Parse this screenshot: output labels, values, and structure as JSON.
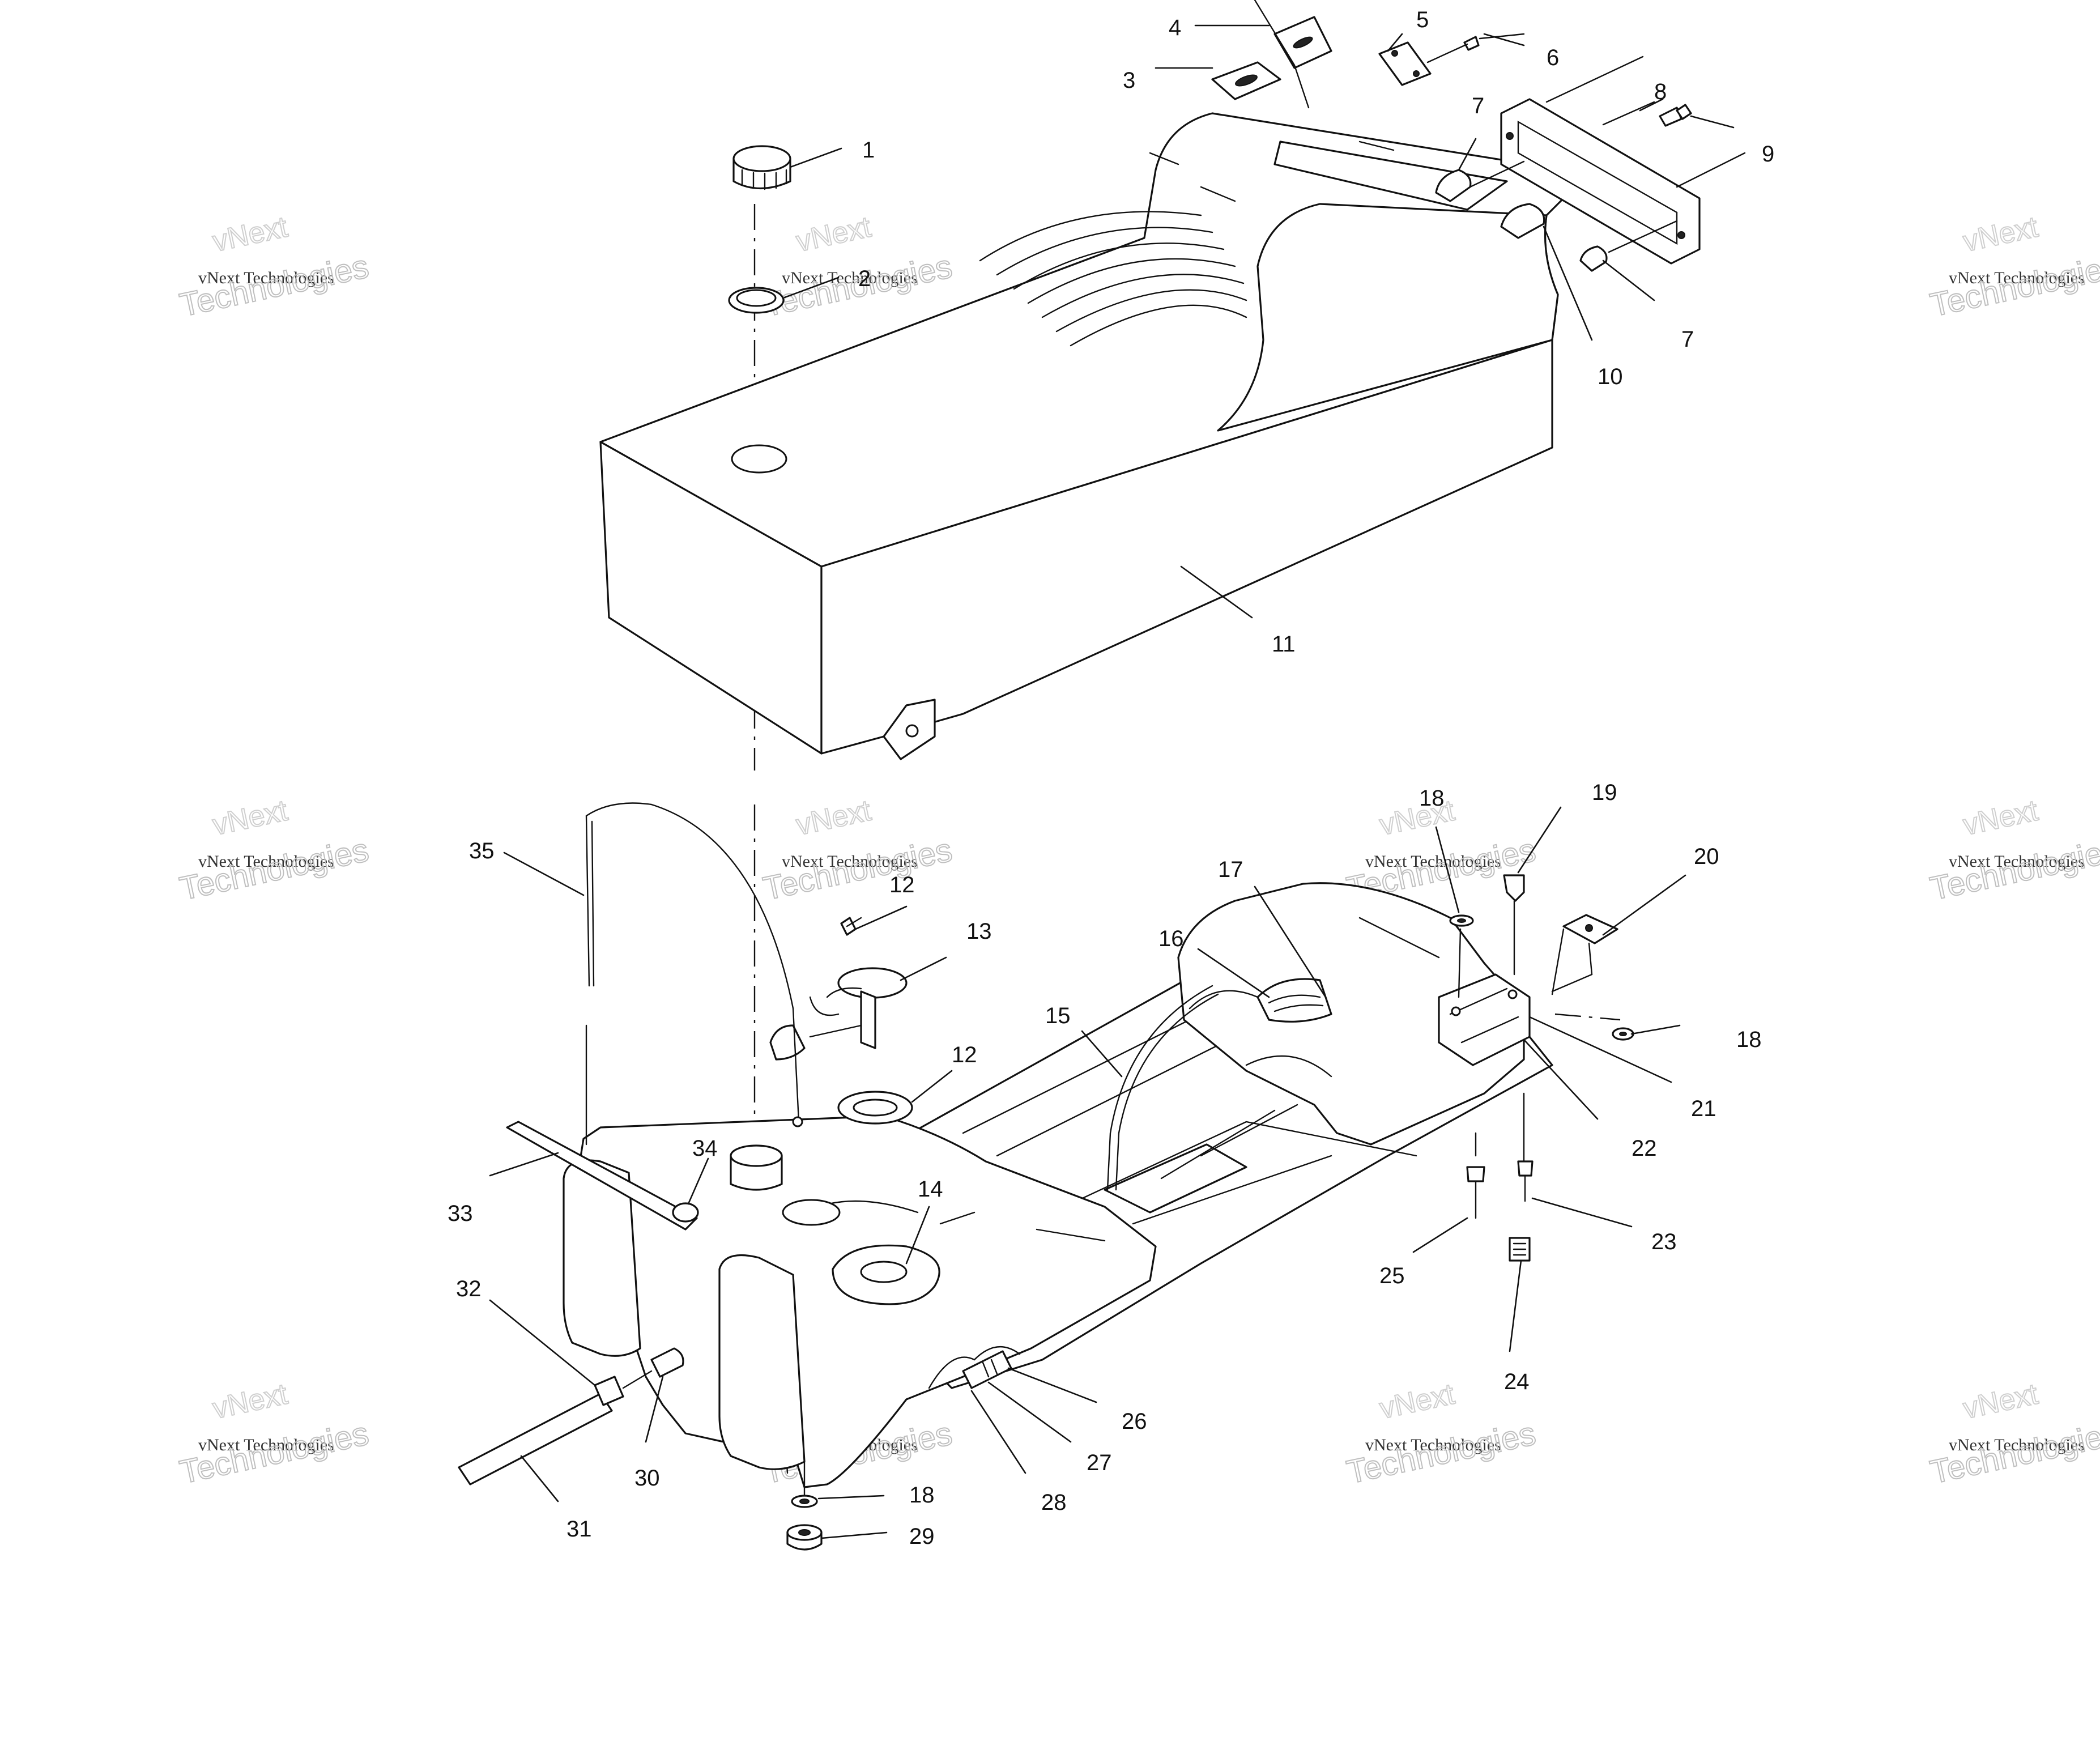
{
  "watermark": {
    "brand": "vNext",
    "line": "vNext Technologies",
    "word": "Technologies"
  },
  "callouts": [
    {
      "id": "c1",
      "label": "1"
    },
    {
      "id": "c2",
      "label": "2"
    },
    {
      "id": "c3",
      "label": "3"
    },
    {
      "id": "c4",
      "label": "4"
    },
    {
      "id": "c5",
      "label": "5"
    },
    {
      "id": "c6",
      "label": "6"
    },
    {
      "id": "c7a",
      "label": "7"
    },
    {
      "id": "c7b",
      "label": "7"
    },
    {
      "id": "c8",
      "label": "8"
    },
    {
      "id": "c9",
      "label": "9"
    },
    {
      "id": "c10",
      "label": "10"
    },
    {
      "id": "c11",
      "label": "11"
    },
    {
      "id": "c12a",
      "label": "12"
    },
    {
      "id": "c12b",
      "label": "12"
    },
    {
      "id": "c13",
      "label": "13"
    },
    {
      "id": "c14",
      "label": "14"
    },
    {
      "id": "c15",
      "label": "15"
    },
    {
      "id": "c16",
      "label": "16"
    },
    {
      "id": "c17",
      "label": "17"
    },
    {
      "id": "c18a",
      "label": "18"
    },
    {
      "id": "c18b",
      "label": "18"
    },
    {
      "id": "c18c",
      "label": "18"
    },
    {
      "id": "c19",
      "label": "19"
    },
    {
      "id": "c20",
      "label": "20"
    },
    {
      "id": "c21",
      "label": "21"
    },
    {
      "id": "c22",
      "label": "22"
    },
    {
      "id": "c23",
      "label": "23"
    },
    {
      "id": "c24",
      "label": "24"
    },
    {
      "id": "c25",
      "label": "25"
    },
    {
      "id": "c26",
      "label": "26"
    },
    {
      "id": "c27",
      "label": "27"
    },
    {
      "id": "c28",
      "label": "28"
    },
    {
      "id": "c29",
      "label": "29"
    },
    {
      "id": "c30",
      "label": "30"
    },
    {
      "id": "c31",
      "label": "31"
    },
    {
      "id": "c32",
      "label": "32"
    },
    {
      "id": "c33",
      "label": "33"
    },
    {
      "id": "c34",
      "label": "34"
    },
    {
      "id": "c35",
      "label": "35"
    }
  ]
}
